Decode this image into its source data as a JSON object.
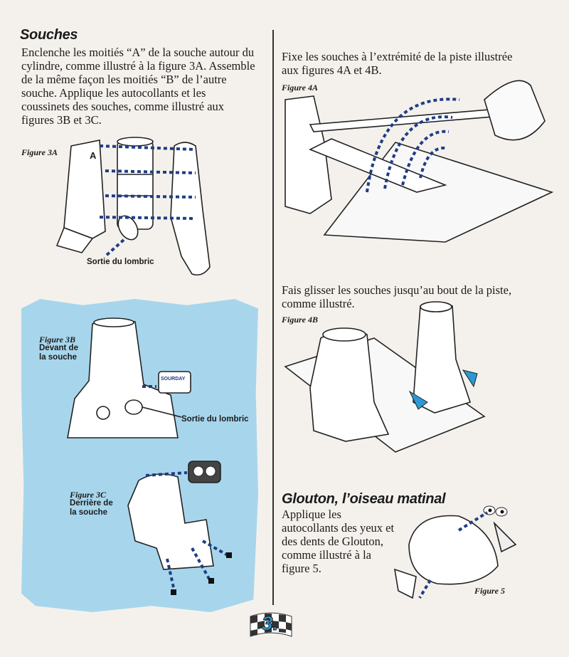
{
  "left": {
    "heading": "Souches",
    "paragraph": "Enclenche les moitiés “A” de la souche autour du cylindre, comme illustré à la figure 3A. Assemble de la même façon les moitiés “B” de l’autre souche. Applique les autocollants et les coussinets des souches, comme illustré aux figures 3B et 3C.",
    "fig3a": {
      "label": "Figure 3A",
      "letter": "A",
      "callout": "Sortie du lombric"
    },
    "fig3b": {
      "label": "Figure 3B",
      "caption": "Devant de\nla souche",
      "callout": "Sortie du lombric",
      "sticker": "SOURDAY"
    },
    "fig3c": {
      "label": "Figure 3C",
      "caption": "Derrière de\nla souche"
    }
  },
  "right": {
    "text4a": "Fixe les souches à l’extrémité de la piste illustrée aux figures 4A et 4B.",
    "fig4a": {
      "label": "Figure 4A"
    },
    "text4b": "Fais glisser les souches jusqu’au bout de la piste, comme illustré.",
    "fig4b": {
      "label": "Figure 4B"
    },
    "heading2": "Glouton, l’oiseau matinal",
    "paragraph2": "Applique les autocollants des yeux et des dents de Glouton, comme illustré à la figure 5.",
    "fig5": {
      "label": "Figure 5"
    }
  },
  "footer": {
    "page_number": "3."
  },
  "colors": {
    "blue_panel": "#a7d6ec",
    "connector_blue": "#1f3d86",
    "arrow_blue": "#2a9ad6"
  }
}
